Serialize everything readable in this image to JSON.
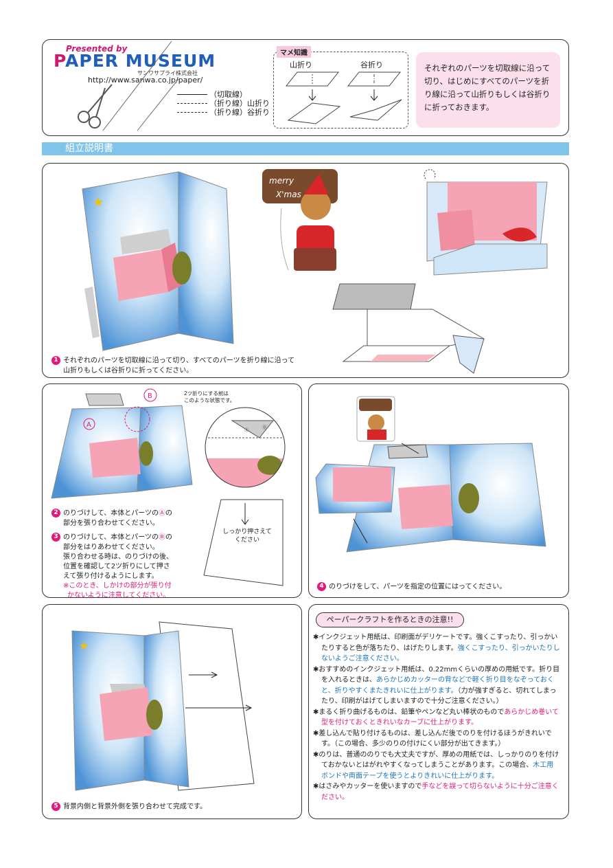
{
  "header": {
    "presented_by": "Presented by",
    "logo": "PAPER MUSEUM",
    "logo_first": "P",
    "logo_rest": "APER MUSEUM",
    "company": "サンワサプライ株式会社",
    "url": "http://www.sanwa.co.jp/paper/",
    "legend": [
      {
        "label": "（切取線）"
      },
      {
        "label": "（折り線）山折り"
      },
      {
        "label": "（折り線）谷折り"
      }
    ],
    "tip_title": "マメ知識",
    "mountain_fold": "山折り",
    "valley_fold": "谷折り",
    "note": "それぞれのパーツを切取線に沿って切り、はじめにすべてのパーツを折り線に沿って山折りもしくは谷折りに折っておきます。"
  },
  "section_title": "組立説明書",
  "card_text": {
    "merry": "merry",
    "xmas": "X'mas"
  },
  "steps": {
    "s1": {
      "num": "1",
      "text_a": "それぞれのパーツを切取線に沿って切り、すべてのパーツを折り線に沿って",
      "text_b": "山折りもしくは谷折りに折ってください。"
    },
    "s2": {
      "num": "2",
      "text_a": "のりづけして、本体とパーツの",
      "mark": "Ⓐ",
      "text_b": "の",
      "text_c": "部分を張り合わせてください。"
    },
    "s3": {
      "num": "3",
      "text_a": "のりづけして、本体とパーツの",
      "mark": "Ⓑ",
      "text_b": "の",
      "lines": [
        "部分をはりあわせてください。",
        "張り合わせる時は、のりづけの後、",
        "位置を確認して2ツ折りにして押さ",
        "えて張り付けるようにします。"
      ],
      "warn": [
        "※このとき、しかけの部分が張り付",
        "かないように注意してください。"
      ]
    },
    "s4": {
      "num": "4",
      "text": "のりづけをして、パーツを指定の位置にはってください。"
    },
    "s5": {
      "num": "5",
      "text": "背景内側と背景外側を張り合わせて完成です。"
    }
  },
  "labels": {
    "a": "A",
    "b": "B",
    "fold_note_a": "2ツ折りにする前は",
    "fold_note_b": "このような状態です。",
    "press_a": "しっかり押さえて",
    "press_b": "ください",
    "inset_b": "Ⓑ",
    "inset_a": "Ⓐ"
  },
  "notes": {
    "title": "ペーパークラフトを作るときの注意!!",
    "items": [
      {
        "segments": [
          {
            "t": "インクジェット用紙は、印刷面がデリケートです。強くこすったり、引っかいたりすると色が落ちたり、はげたりします。",
            "c": ""
          },
          {
            "t": "強くこすったり、引っかいたりしないようご注意ください。",
            "c": "blue"
          }
        ]
      },
      {
        "segments": [
          {
            "t": "おすすめのインクジェット用紙は、0.22mmくらいの厚めの用紙です。折り目を入れるときは、",
            "c": ""
          },
          {
            "t": "あらかじめカッターの背などで軽く折り目をなぞっておくと、折りやすくまたきれいに仕上がります。",
            "c": "blue"
          },
          {
            "t": "（力が強すぎると、切れてしまったり、印刷がはげてしまいますので十分ご注意ください。）",
            "c": ""
          }
        ]
      },
      {
        "segments": [
          {
            "t": "まるく折り曲げるものは、鉛筆やペンなど丸い棒状のもので",
            "c": ""
          },
          {
            "t": "あらかじめ巻いて型を付けておくときれいなカーブに仕上がります。",
            "c": "red"
          }
        ]
      },
      {
        "segments": [
          {
            "t": "差し込んで貼り付けるものは、差し込んだ後でのりを付けるほうがきれいです。（この場合、多少のりの付けにくい部分が出てきます。）",
            "c": ""
          }
        ]
      },
      {
        "segments": [
          {
            "t": "のりは、普通ののりでも大丈夫ですが、厚めの用紙では、しっかりのりを付けておかないとはがれやすくなってしまうことがあります。この場合、",
            "c": ""
          },
          {
            "t": "木工用ボンドや両面テープを使うとよりきれいに仕上がります。",
            "c": "blue"
          }
        ]
      },
      {
        "segments": [
          {
            "t": "はさみやカッターを使いますので",
            "c": ""
          },
          {
            "t": "手などを誤って切らないように十分ご注意ください。",
            "c": "red"
          }
        ]
      }
    ]
  },
  "colors": {
    "accent_pink": "#e2197a",
    "section_blue": "#7fc4ea",
    "note_blue": "#1b75bb"
  }
}
